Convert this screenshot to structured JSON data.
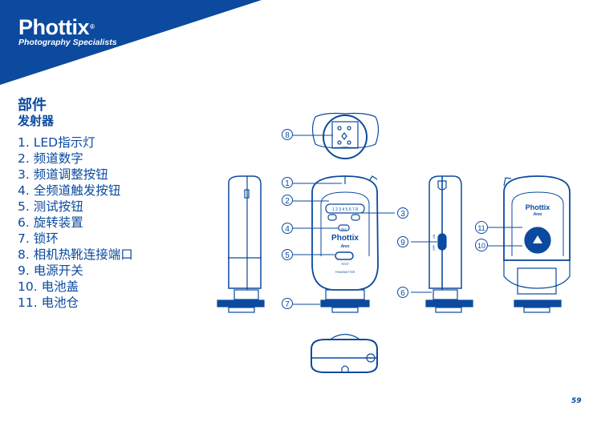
{
  "brand": {
    "name": "Phottix",
    "registered_mark": "®",
    "tagline": "Photography Specialists",
    "color": "#0b4a9e"
  },
  "section": {
    "title": "部件",
    "subtitle": "发射器"
  },
  "parts": [
    "1. LED指示灯",
    "2. 频道数字",
    "3. 频道调整按钮",
    "4. 全频道触发按钮",
    "5. 测试按钮",
    "6. 旋转装置",
    "7. 锁环",
    "8. 相机热靴连接端口",
    "9. 电源开关",
    "10. 电池盖",
    "11. 电池仓"
  ],
  "callouts": [
    "8",
    "1",
    "2",
    "3",
    "4",
    "5",
    "6",
    "7",
    "9",
    "10",
    "11"
  ],
  "device_labels": {
    "logo": "Phottix",
    "model": "Ares",
    "channels": "1 2 3 4 5 6 7 8",
    "all_button": "ALL",
    "test": "TEST",
    "transmitter": "TRANSMITTER",
    "on": "ON",
    "off": "OFF"
  },
  "page_number": "59"
}
